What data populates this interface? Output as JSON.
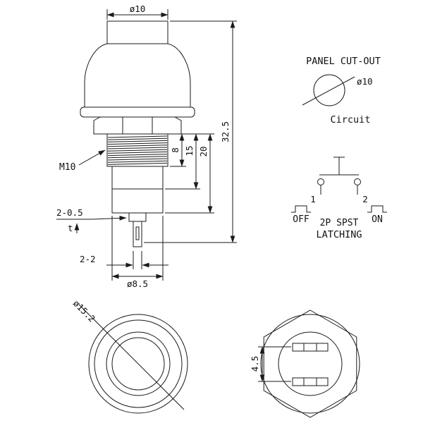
{
  "main_view": {
    "dim_cap_diameter": "ø10",
    "dim_total_height": "32.5",
    "dim_20": "20",
    "dim_15": "15",
    "dim_8": "8",
    "thread_label": "M10",
    "slot_label": "2-0.5",
    "slot_thickness": "t",
    "terminal_label": "2-2",
    "dim_body_diameter": "ø8.5"
  },
  "panel_cutout": {
    "title": "PANEL CUT-OUT",
    "hole_diameter": "ø10",
    "circuit_label": "Circuit"
  },
  "circuit": {
    "terminal_1": "1",
    "terminal_2": "2",
    "off_label": "OFF",
    "on_label": "ON",
    "type": "2P SPST",
    "action": "LATCHING"
  },
  "front_view": {
    "dim_bezel_diameter": "ø15.2"
  },
  "rear_view": {
    "dim_terminal_spacing": "4.5"
  }
}
